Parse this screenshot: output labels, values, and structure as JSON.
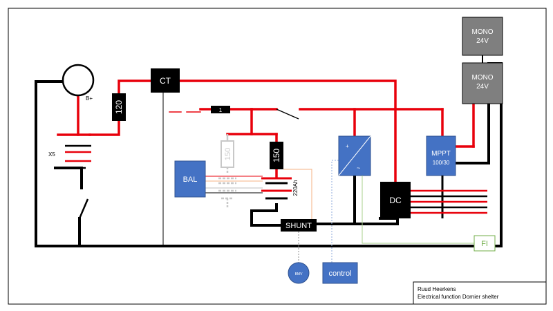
{
  "labels": {
    "mono_top_1": "MONO",
    "mono_top_2": "24V",
    "mono_bot_1": "MONO",
    "mono_bot_2": "24V",
    "alternator": "B+",
    "fuse_120": "120",
    "ct": "CT",
    "fuse_1": "1",
    "battery_x5": "X5",
    "fuse_150_ghost": "150",
    "fuse_150": "150",
    "bal": "BAL",
    "battery_capacity": "220Ah",
    "converter_plus": "+",
    "converter_tilde": "~",
    "mppt_1": "MPPT",
    "mppt_2": "100/30",
    "dc": "DC",
    "shunt": "SHUNT",
    "fi": "FI",
    "bmv": "BMV",
    "control": "control"
  },
  "title_block": {
    "author": "Ruud Heerkens",
    "description": "Electrical function Dornier shelter"
  },
  "colors": {
    "power": "#e8000b",
    "ground": "#000000",
    "component_dark": "#000000",
    "component_blue": "#4472c4",
    "component_gray": "#7f7f7f",
    "ghost": "#c8c8c8",
    "sense_red": "#f4b183",
    "sense_blue": "#8eaadb",
    "fi_line": "#a9d18e",
    "fi_text": "#70ad47"
  }
}
